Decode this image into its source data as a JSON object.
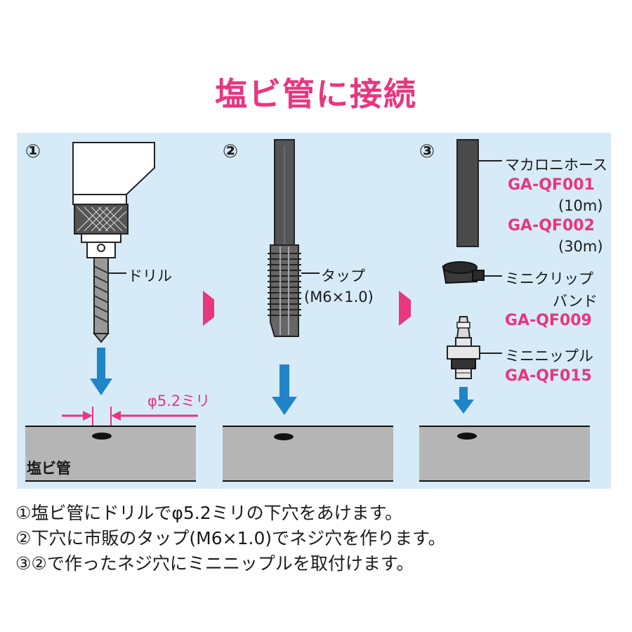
{
  "title": "塩ビ管に接続",
  "colors": {
    "accent": "#e8367f",
    "panel_bg": "#d6ebf7",
    "arrow_blue": "#1f84c8",
    "pipe_gray": "#b5b5b5"
  },
  "steps": [
    {
      "number": "①",
      "drill_label": "ドリル",
      "diameter_label": "φ5.2ミリ",
      "pipe_label": "塩ビ管"
    },
    {
      "number": "②",
      "tap_label": "タップ",
      "tap_spec": "(M6×1.0)"
    },
    {
      "number": "③",
      "hose_label": "マカロニホース",
      "hose_code_1": "GA-QF001",
      "hose_len_1": "(10m)",
      "hose_code_2": "GA-QF002",
      "hose_len_2": "(30m)",
      "clip_label_1": "ミニクリップ",
      "clip_label_2": "バンド",
      "clip_code": "GA-QF009",
      "nipple_label": "ミニニップル",
      "nipple_code": "GA-QF015"
    }
  ],
  "notes": [
    "①塩ビ管にドリルでφ5.2ミリの下穴をあけます。",
    "②下穴に市販のタップ(M6×1.0)でネジ穴を作ります。",
    "③②で作ったネジ穴にミニニップルを取付けます。"
  ]
}
